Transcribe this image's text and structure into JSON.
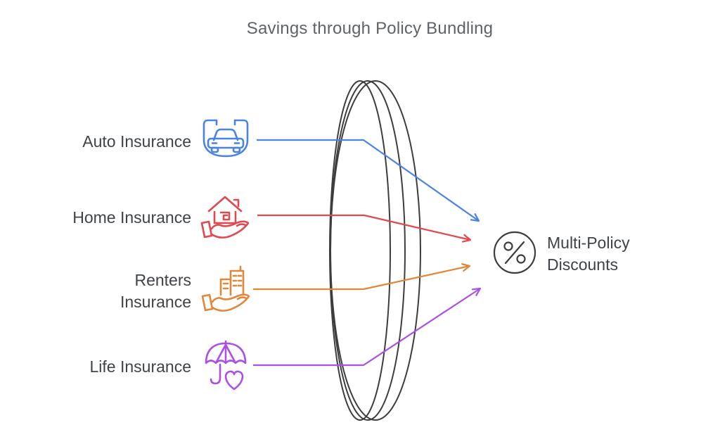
{
  "diagram": {
    "title": "Savings through Policy Bundling",
    "colors": {
      "title_text": "#5f6368",
      "label_text": "#3f4347",
      "outline": "#3d3d3d",
      "auto": "#4a82e8",
      "home": "#e2484e",
      "renters": "#e0873a",
      "life": "#ab4fe8"
    },
    "sources": [
      {
        "label": "Auto Insurance",
        "icon": "car-shield-icon"
      },
      {
        "label": "Home Insurance",
        "icon": "hand-holding-house-icon"
      },
      {
        "label": "Renters Insurance",
        "icon": "hand-holding-buildings-icon"
      },
      {
        "label": "Life Insurance",
        "icon": "umbrella-heart-icon"
      }
    ],
    "target": {
      "label": "Multi-Policy Discounts",
      "icon": "percent-icon"
    }
  }
}
